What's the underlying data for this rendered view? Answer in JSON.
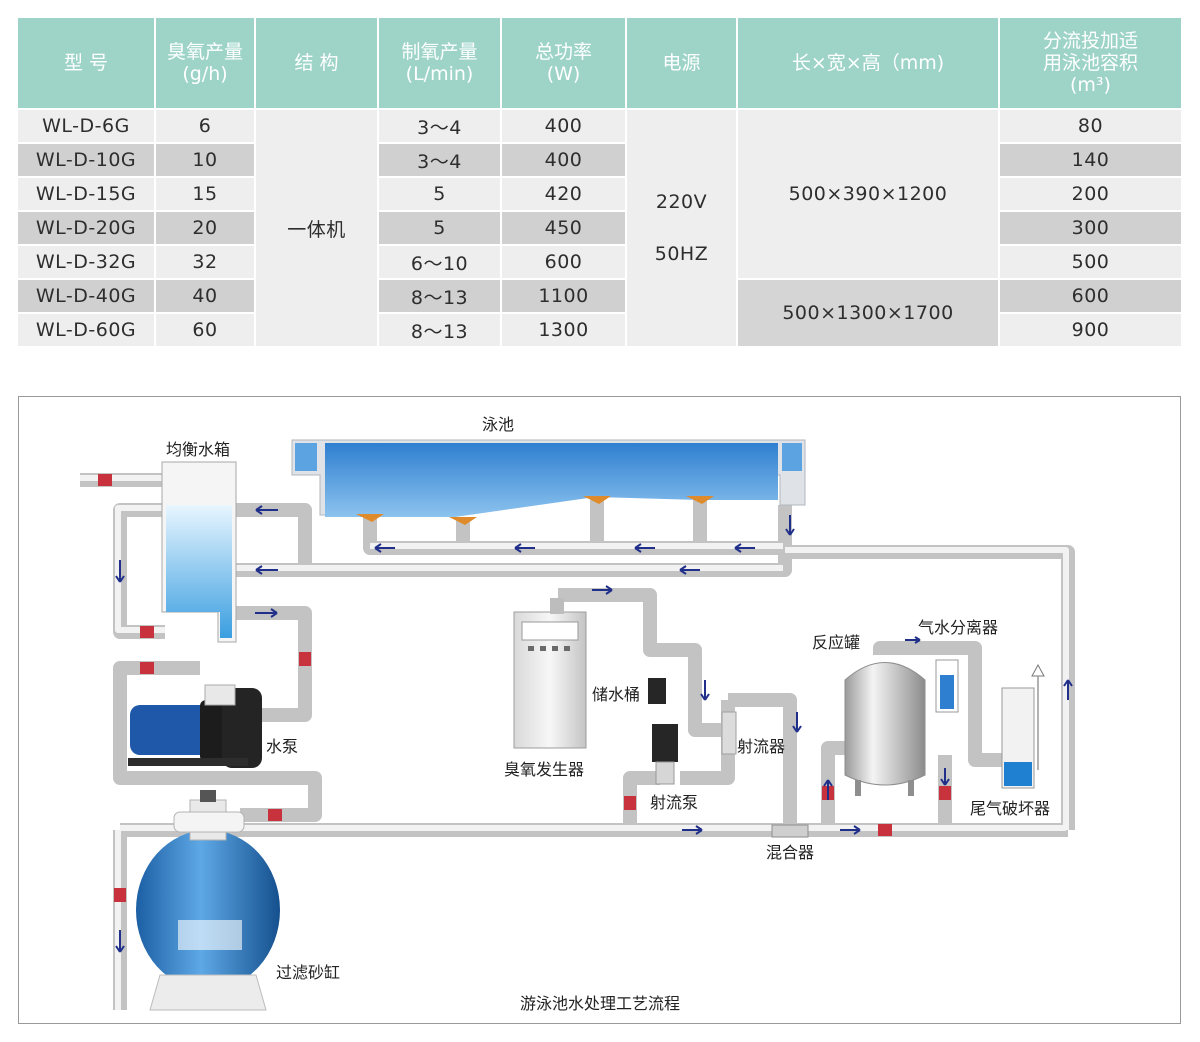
{
  "table": {
    "headers": [
      "型 号",
      "臭氧产量\n(g/h)",
      "结 构",
      "制氧产量\n(L/min)",
      "总功率\n(W)",
      "电源",
      "长×宽×高（mm)",
      "分流投加适\n用泳池容积\n(m³)"
    ],
    "models": [
      "WL-D-6G",
      "WL-D-10G",
      "WL-D-15G",
      "WL-D-20G",
      "WL-D-32G",
      "WL-D-40G",
      "WL-D-60G"
    ],
    "ozone_output": [
      "6",
      "10",
      "15",
      "20",
      "32",
      "40",
      "60"
    ],
    "structure": "一体机",
    "oxygen_output": [
      "3～4",
      "3～4",
      "5",
      "5",
      "6～10",
      "8～13",
      "8～13"
    ],
    "total_power": [
      "400",
      "400",
      "420",
      "450",
      "600",
      "1100",
      "1300"
    ],
    "power_supply": "220V\n50HZ",
    "dimensions_small": "500×390×1200",
    "dimensions_large": "500×1300×1700",
    "pool_volume": [
      "80",
      "140",
      "200",
      "300",
      "500",
      "600",
      "900"
    ]
  },
  "diagram": {
    "title": "游泳池水处理工艺流程",
    "labels": {
      "pool": "泳池",
      "balance_tank": "均衡水箱",
      "pump": "水泵",
      "filter": "过滤砂缸",
      "ozone_generator": "臭氧发生器",
      "storage_tank": "储水桶",
      "jet_pump": "射流泵",
      "ejector": "射流器",
      "mixer": "混合器",
      "reaction_tank": "反应罐",
      "gas_water_separator": "气水分离器",
      "tail_gas_destructor": "尾气破坏器"
    },
    "colors": {
      "header": "#9ed4c8",
      "pipe": "#e9e9e9",
      "pipe_edge": "#b9b9b9",
      "water": "#3f8fd6",
      "arrow": "#1f2f8a",
      "valve": "#c8323c"
    }
  }
}
